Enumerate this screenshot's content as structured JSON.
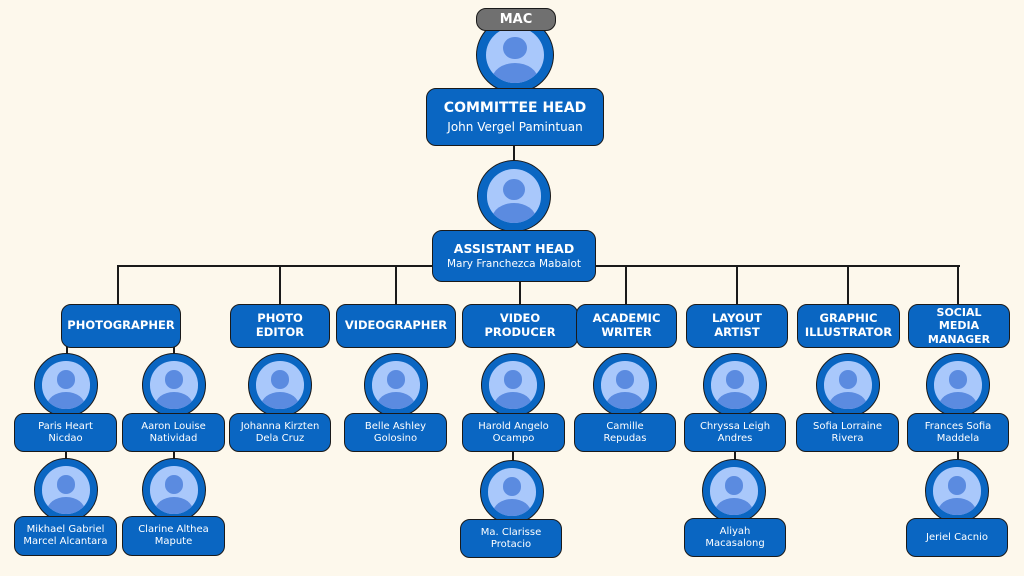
{
  "badge": "MAC",
  "head": {
    "role": "COMMITTEE HEAD",
    "name": "John Vergel Pamintuan"
  },
  "assistant": {
    "role": "ASSISTANT HEAD",
    "name": "Mary Franchezca Mabalot"
  },
  "teams": [
    {
      "role": "PHOTOGRAPHER",
      "members": [
        "Paris Heart Nicdao",
        "Aaron Louise Natividad",
        "Mikhael Gabriel Marcel Alcantara",
        "Clarine Althea Mapute"
      ]
    },
    {
      "role": "PHOTO EDITOR",
      "members": [
        "Johanna Kirzten Dela Cruz"
      ]
    },
    {
      "role": "VIDEOGRAPHER",
      "members": [
        "Belle Ashley Golosino"
      ]
    },
    {
      "role": "VIDEO PRODUCER",
      "members": [
        "Harold Angelo Ocampo",
        "Ma. Clarisse Protacio"
      ]
    },
    {
      "role": "ACADEMIC WRITER",
      "members": [
        "Camille Repudas"
      ]
    },
    {
      "role": "LAYOUT ARTIST",
      "members": [
        "Chryssa Leigh Andres",
        "Aliyah Macasalong"
      ]
    },
    {
      "role": "GRAPHIC ILLUSTRATOR",
      "members": [
        "Sofia Lorraine Rivera"
      ]
    },
    {
      "role": "SOCIAL MEDIA MANAGER",
      "members": [
        "Frances Sofia Maddela",
        "Jeriel Cacnio"
      ]
    }
  ]
}
